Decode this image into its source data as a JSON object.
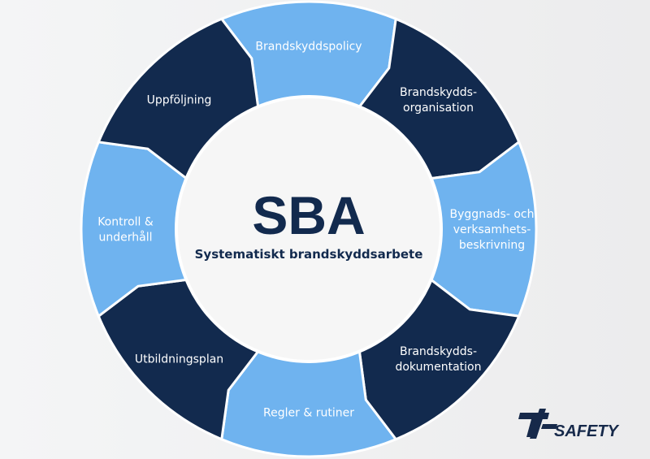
{
  "center": {
    "title": "SBA",
    "subtitle": "Systematiskt brandskyddsarbete"
  },
  "segments": [
    {
      "lines": [
        "Brandskyddspolicy"
      ],
      "color": "#6fb3ef"
    },
    {
      "lines": [
        "Brandskydds-",
        "organisation"
      ],
      "color": "#122a4e"
    },
    {
      "lines": [
        "Byggnads- och",
        "verksamhets-",
        "beskrivning"
      ],
      "color": "#6fb3ef"
    },
    {
      "lines": [
        "Brandskydds-",
        "dokumentation"
      ],
      "color": "#122a4e"
    },
    {
      "lines": [
        "Regler & rutiner"
      ],
      "color": "#6fb3ef"
    },
    {
      "lines": [
        "Utbildningsplan"
      ],
      "color": "#122a4e"
    },
    {
      "lines": [
        "Kontroll &",
        "underhåll"
      ],
      "color": "#6fb3ef"
    },
    {
      "lines": [
        "Uppföljning"
      ],
      "color": "#122a4e"
    }
  ],
  "logo": {
    "text": "SAFETY",
    "icon": "safety-shield-icon",
    "color": "#16294a"
  },
  "colors": {
    "dark_navy": "#122a4e",
    "light_blue": "#6fb3ef",
    "center_fill": "#f6f6f6"
  }
}
